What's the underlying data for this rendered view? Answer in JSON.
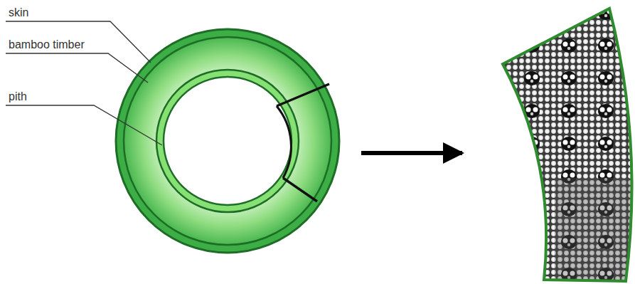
{
  "diagram": {
    "labels": [
      "skin",
      "bamboo timber",
      "pith"
    ]
  }
}
